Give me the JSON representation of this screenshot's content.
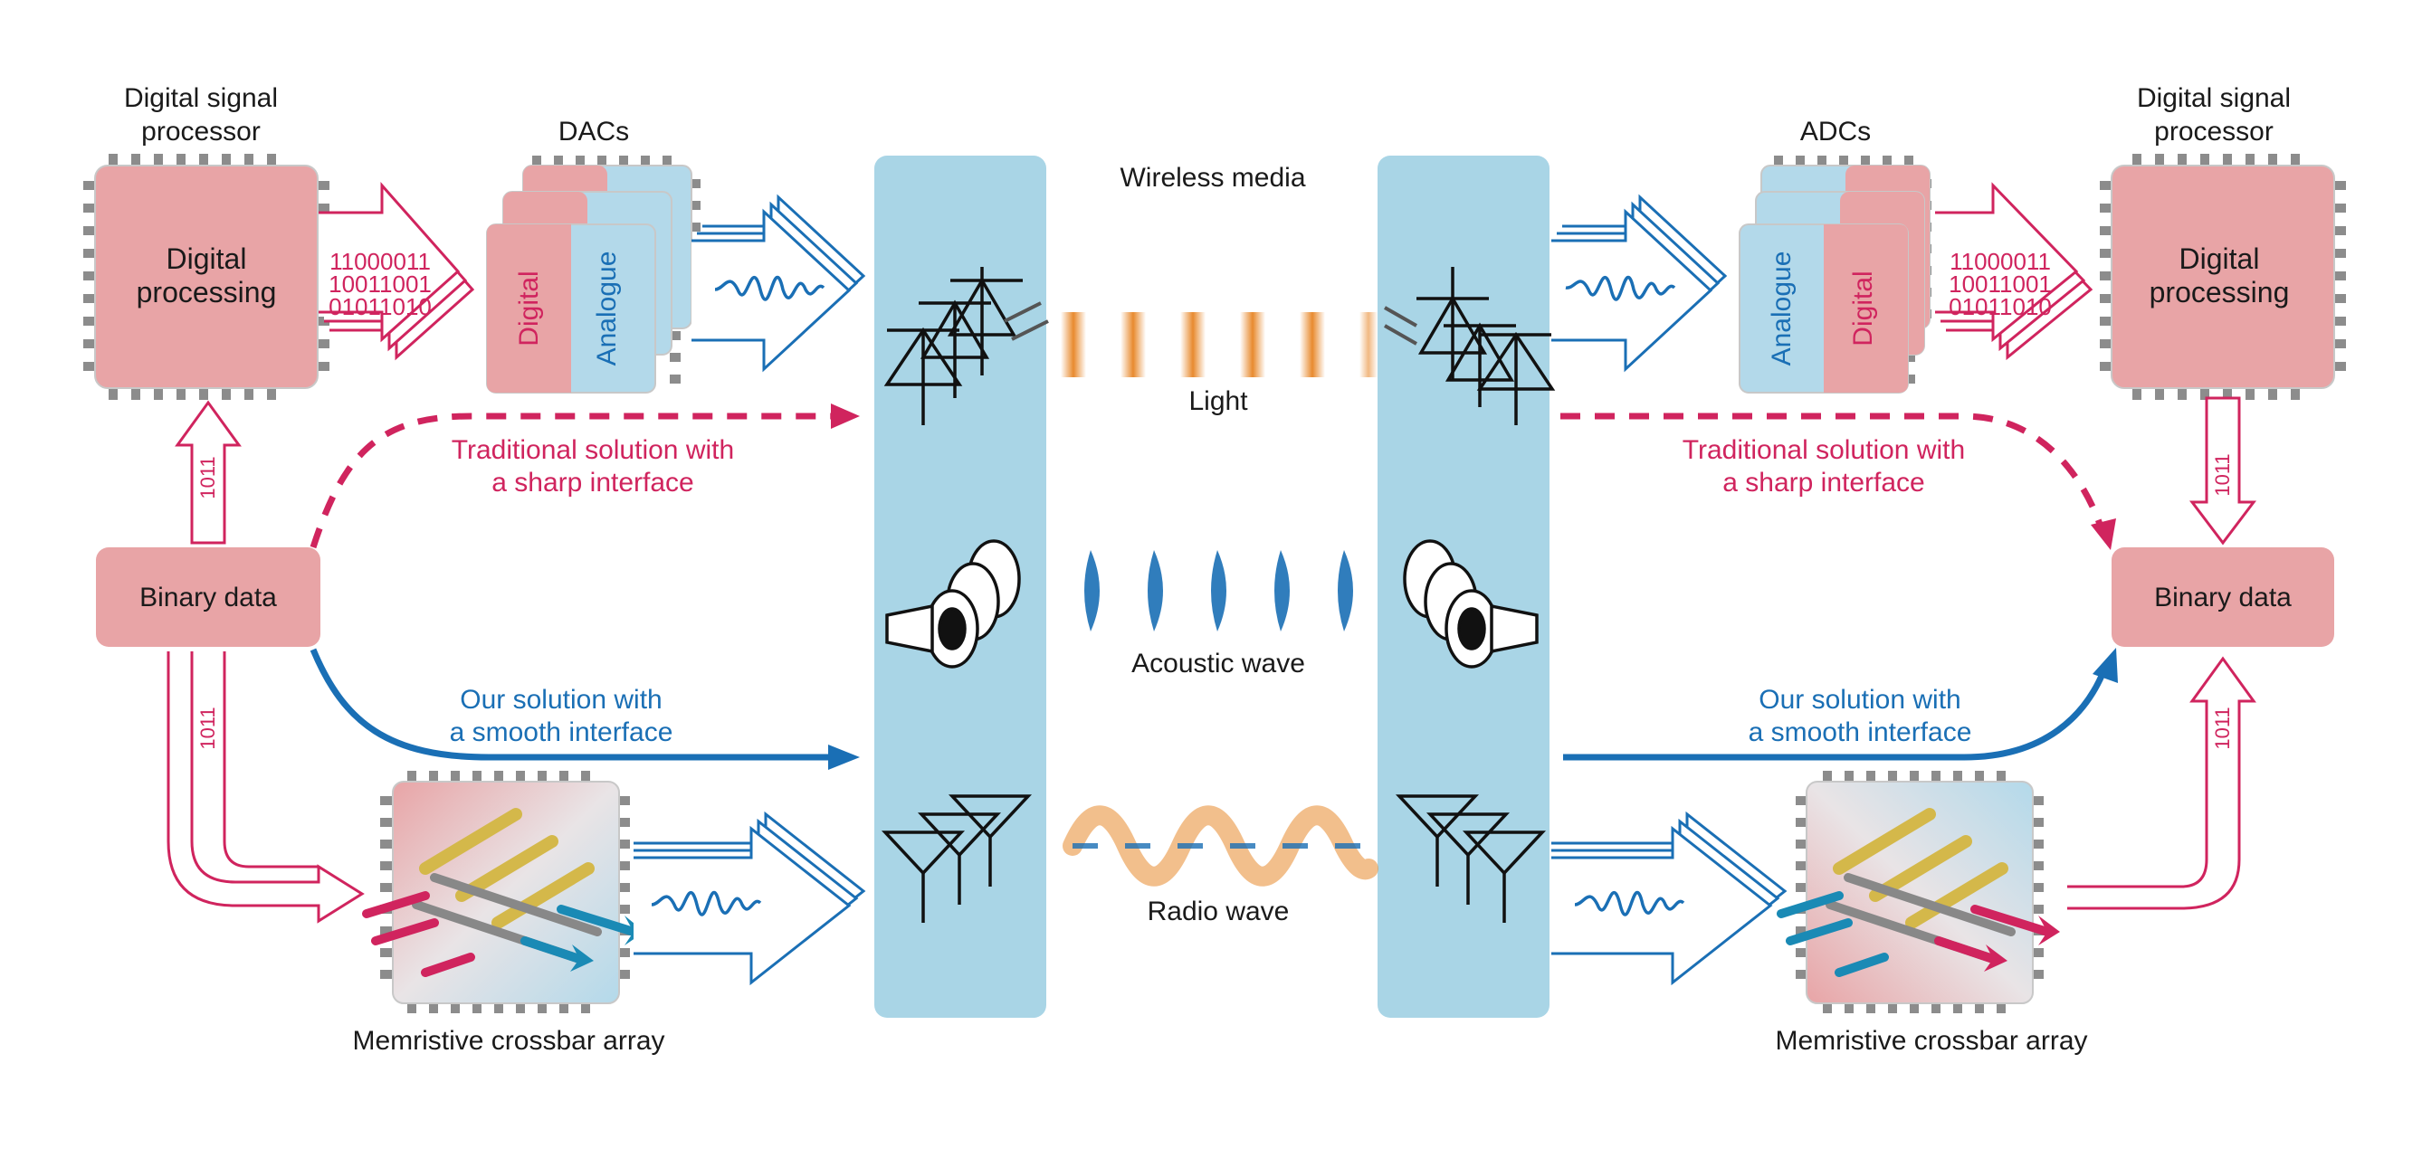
{
  "labels": {
    "dsp_left": [
      "Digital signal",
      "processor"
    ],
    "dsp_right": [
      "Digital signal",
      "processor"
    ],
    "dacs": "DACs",
    "adcs": "ADCs",
    "digital_processing": [
      "Digital",
      "processing"
    ],
    "binary_stream": [
      "11000011",
      "10011001",
      "01011010"
    ],
    "digital": "Digital",
    "analogue": "Analogue",
    "wireless_media": "Wireless media",
    "light": "Light",
    "acoustic_wave": "Acoustic wave",
    "radio_wave": "Radio wave",
    "binary_data": "Binary data",
    "bits": "1011",
    "traditional": [
      "Traditional solution with",
      "a sharp interface"
    ],
    "ours": [
      "Our solution with",
      "a smooth interface"
    ],
    "memristive": "Memristive crossbar array"
  },
  "colors": {
    "pink_box": "#e8a4a6",
    "pink_line": "#d0245e",
    "blue_line": "#1a6fb5",
    "panel_blue": "#a9d5e6",
    "analogue_blue": "#b3d9ea",
    "pin_gray": "#8c8c8c",
    "orange": "#e88a2e"
  }
}
